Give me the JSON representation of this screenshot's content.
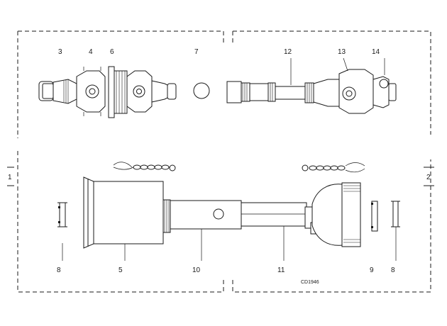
{
  "drawing_code": "CD1946",
  "callouts": {
    "c3": "3",
    "c4": "4",
    "c6": "6",
    "c7": "7",
    "c12": "12",
    "c13": "13",
    "c14": "14",
    "c8a": "8",
    "c5": "5",
    "c10": "10",
    "c11": "11",
    "c9": "9",
    "c8b": "8"
  },
  "side_markers": {
    "left": "1",
    "right": "2"
  }
}
